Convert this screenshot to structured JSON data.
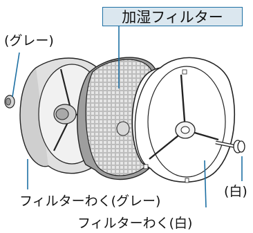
{
  "labels": {
    "humidifier_filter": "加湿フィルター",
    "gray_top": "(グレー)",
    "white_right": "(白)",
    "frame_gray": "フィルターわく(グレー)",
    "frame_white": "フィルターわく(白)"
  },
  "colors": {
    "leader": "#1c6fa3",
    "title_fill": "#dbe7ef",
    "gray_frame_fill": "#e2e2e2",
    "gray_frame_shadow": "#c9c9c9",
    "filter_fill": "#b9b9b9",
    "filter_edge": "#8e8e8e",
    "white_frame_fill": "#ffffff",
    "outline": "#222222"
  }
}
